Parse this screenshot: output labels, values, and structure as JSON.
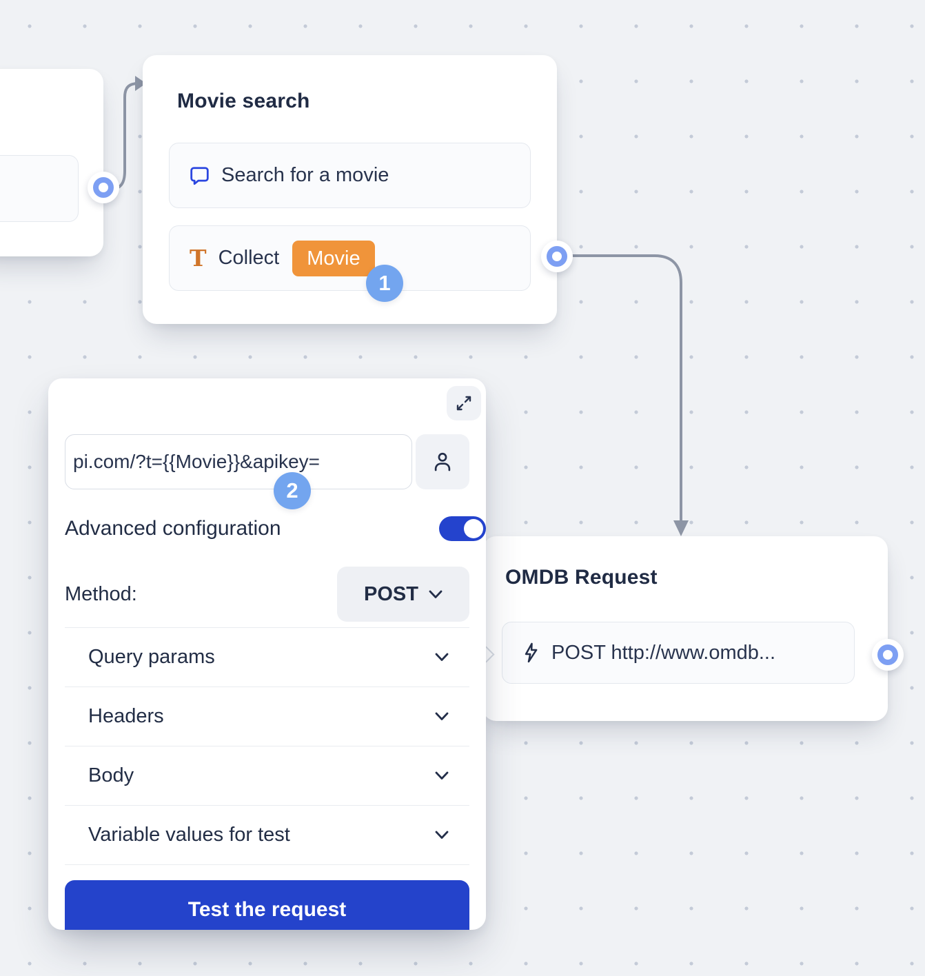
{
  "movie_node": {
    "title": "Movie search",
    "steps": [
      {
        "icon": "chat-bubble-icon",
        "label": "Search for a movie"
      },
      {
        "icon": "text-input-icon",
        "label": "Collect",
        "variable_badge": "Movie"
      }
    ],
    "annotation_badge": "1"
  },
  "webhook_panel": {
    "url_input": {
      "value": "pi.com/?t={{Movie}}&apikey="
    },
    "annotation_badge": "2",
    "advanced_configuration_label": "Advanced configuration",
    "advanced_configuration_enabled": true,
    "method_label": "Method:",
    "method_value": "POST",
    "sections": [
      {
        "label": "Query params"
      },
      {
        "label": "Headers"
      },
      {
        "label": "Body"
      },
      {
        "label": "Variable values for test"
      }
    ],
    "test_button_label": "Test the request"
  },
  "omdb_node": {
    "title": "OMDB Request",
    "request_summary": "POST http://www.omdb..."
  },
  "colors": {
    "canvas_bg": "#f0f2f5",
    "dot_grid": "#c4cbd8",
    "connector_gray": "#8d95a5",
    "port_ring_blue": "#7d9ff3",
    "annotation_blue": "#73a5ef",
    "variable_orange": "#f0943a",
    "accent_blue": "#2443cd",
    "icon_blue": "#2b46e0",
    "icon_orange": "#d0752a",
    "text_dark": "#222d45"
  }
}
